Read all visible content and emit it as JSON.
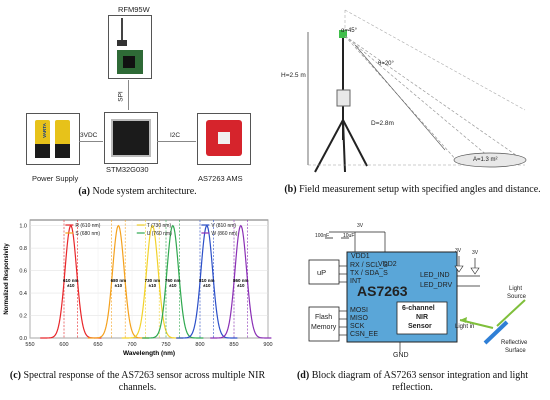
{
  "panel_a": {
    "module_label": "RFM95W",
    "mcu_label": "STM32G030",
    "sensor_label": "AS7263 AMS",
    "power_label": "Power Supply",
    "link_spi": "SPI",
    "link_power": "3VDC",
    "link_i2c": "I2C",
    "battery_brand": "VARTA",
    "caption_tag": "(a)",
    "caption_text": " Node system architecture."
  },
  "panel_b": {
    "angle_alpha": "α=45°",
    "angle_theta": "θ=20°",
    "height_label": "H=2.5 m",
    "distance_label": "D=2.8m",
    "area_label": "A=1.3 m²",
    "caption_tag": "(b)",
    "caption_text": " Field measurement setup with specified angles and distance."
  },
  "panel_c": {
    "caption_tag": "(c)",
    "caption_text": " Spectral response of the AS7263 sensor across multiple NIR channels."
  },
  "panel_d": {
    "chip_name": "AS7263",
    "vdd1": "VDD1",
    "vdd2": "VDD2",
    "rx": "RX / SCL_S",
    "tx": "TX / SDA_S",
    "int": "INT",
    "mosi": "MOSI",
    "miso": "MISO",
    "sck": "SCK",
    "csn": "CSN_EE",
    "led_ind": "LED_IND",
    "led_drv": "LED_DRV",
    "gnd": "GND",
    "up": "uP",
    "flash1": "Flash",
    "flash2": "Memory",
    "nir1": "6-channel",
    "nir2": "NIR",
    "nir3": "Sensor",
    "cap1": "100nF",
    "cap2": "10uF",
    "v3a": "3V",
    "v3b": "3V",
    "v3c": "3V",
    "light_source1": "Light",
    "light_source2": "Source",
    "light_in": "Light in",
    "reflective1": "Reflective",
    "reflective2": "Surface",
    "caption_tag": "(d)",
    "caption_text": " Block diagram of AS7263 sensor integration and light reflection."
  },
  "chart_data": {
    "type": "line",
    "xlabel": "Wavelength (nm)",
    "ylabel": "Normalized Responsivity",
    "xlim": [
      550,
      900
    ],
    "ylim": [
      0,
      1.05
    ],
    "xticks": [
      550,
      600,
      650,
      700,
      750,
      800,
      850,
      900
    ],
    "yticks": [
      0.0,
      0.2,
      0.4,
      0.6,
      0.8,
      1.0
    ],
    "series": [
      {
        "name": "R (610 nm)",
        "center": 610,
        "color": "#e8262a"
      },
      {
        "name": "S (680 nm)",
        "center": 680,
        "color": "#f4a11d"
      },
      {
        "name": "T (730 nm)",
        "center": 730,
        "color": "#f2d22b"
      },
      {
        "name": "U (760 nm)",
        "center": 760,
        "color": "#2fa84f"
      },
      {
        "name": "V (810 nm)",
        "center": 810,
        "color": "#2b4fc8"
      },
      {
        "name": "W (860 nm)",
        "center": 860,
        "color": "#8a2fb5"
      }
    ],
    "band_labels": [
      {
        "line1": "610 nm",
        "line2": "±10",
        "x": 610
      },
      {
        "line1": "680 nm",
        "line2": "±10",
        "x": 680
      },
      {
        "line1": "730 nm",
        "line2": "±10",
        "x": 730
      },
      {
        "line1": "760 nm",
        "line2": "±10",
        "x": 760
      },
      {
        "line1": "810 nm",
        "line2": "±10",
        "x": 810
      },
      {
        "line1": "860 nm",
        "line2": "±10",
        "x": 860
      }
    ],
    "fwhm_nm": 20
  }
}
